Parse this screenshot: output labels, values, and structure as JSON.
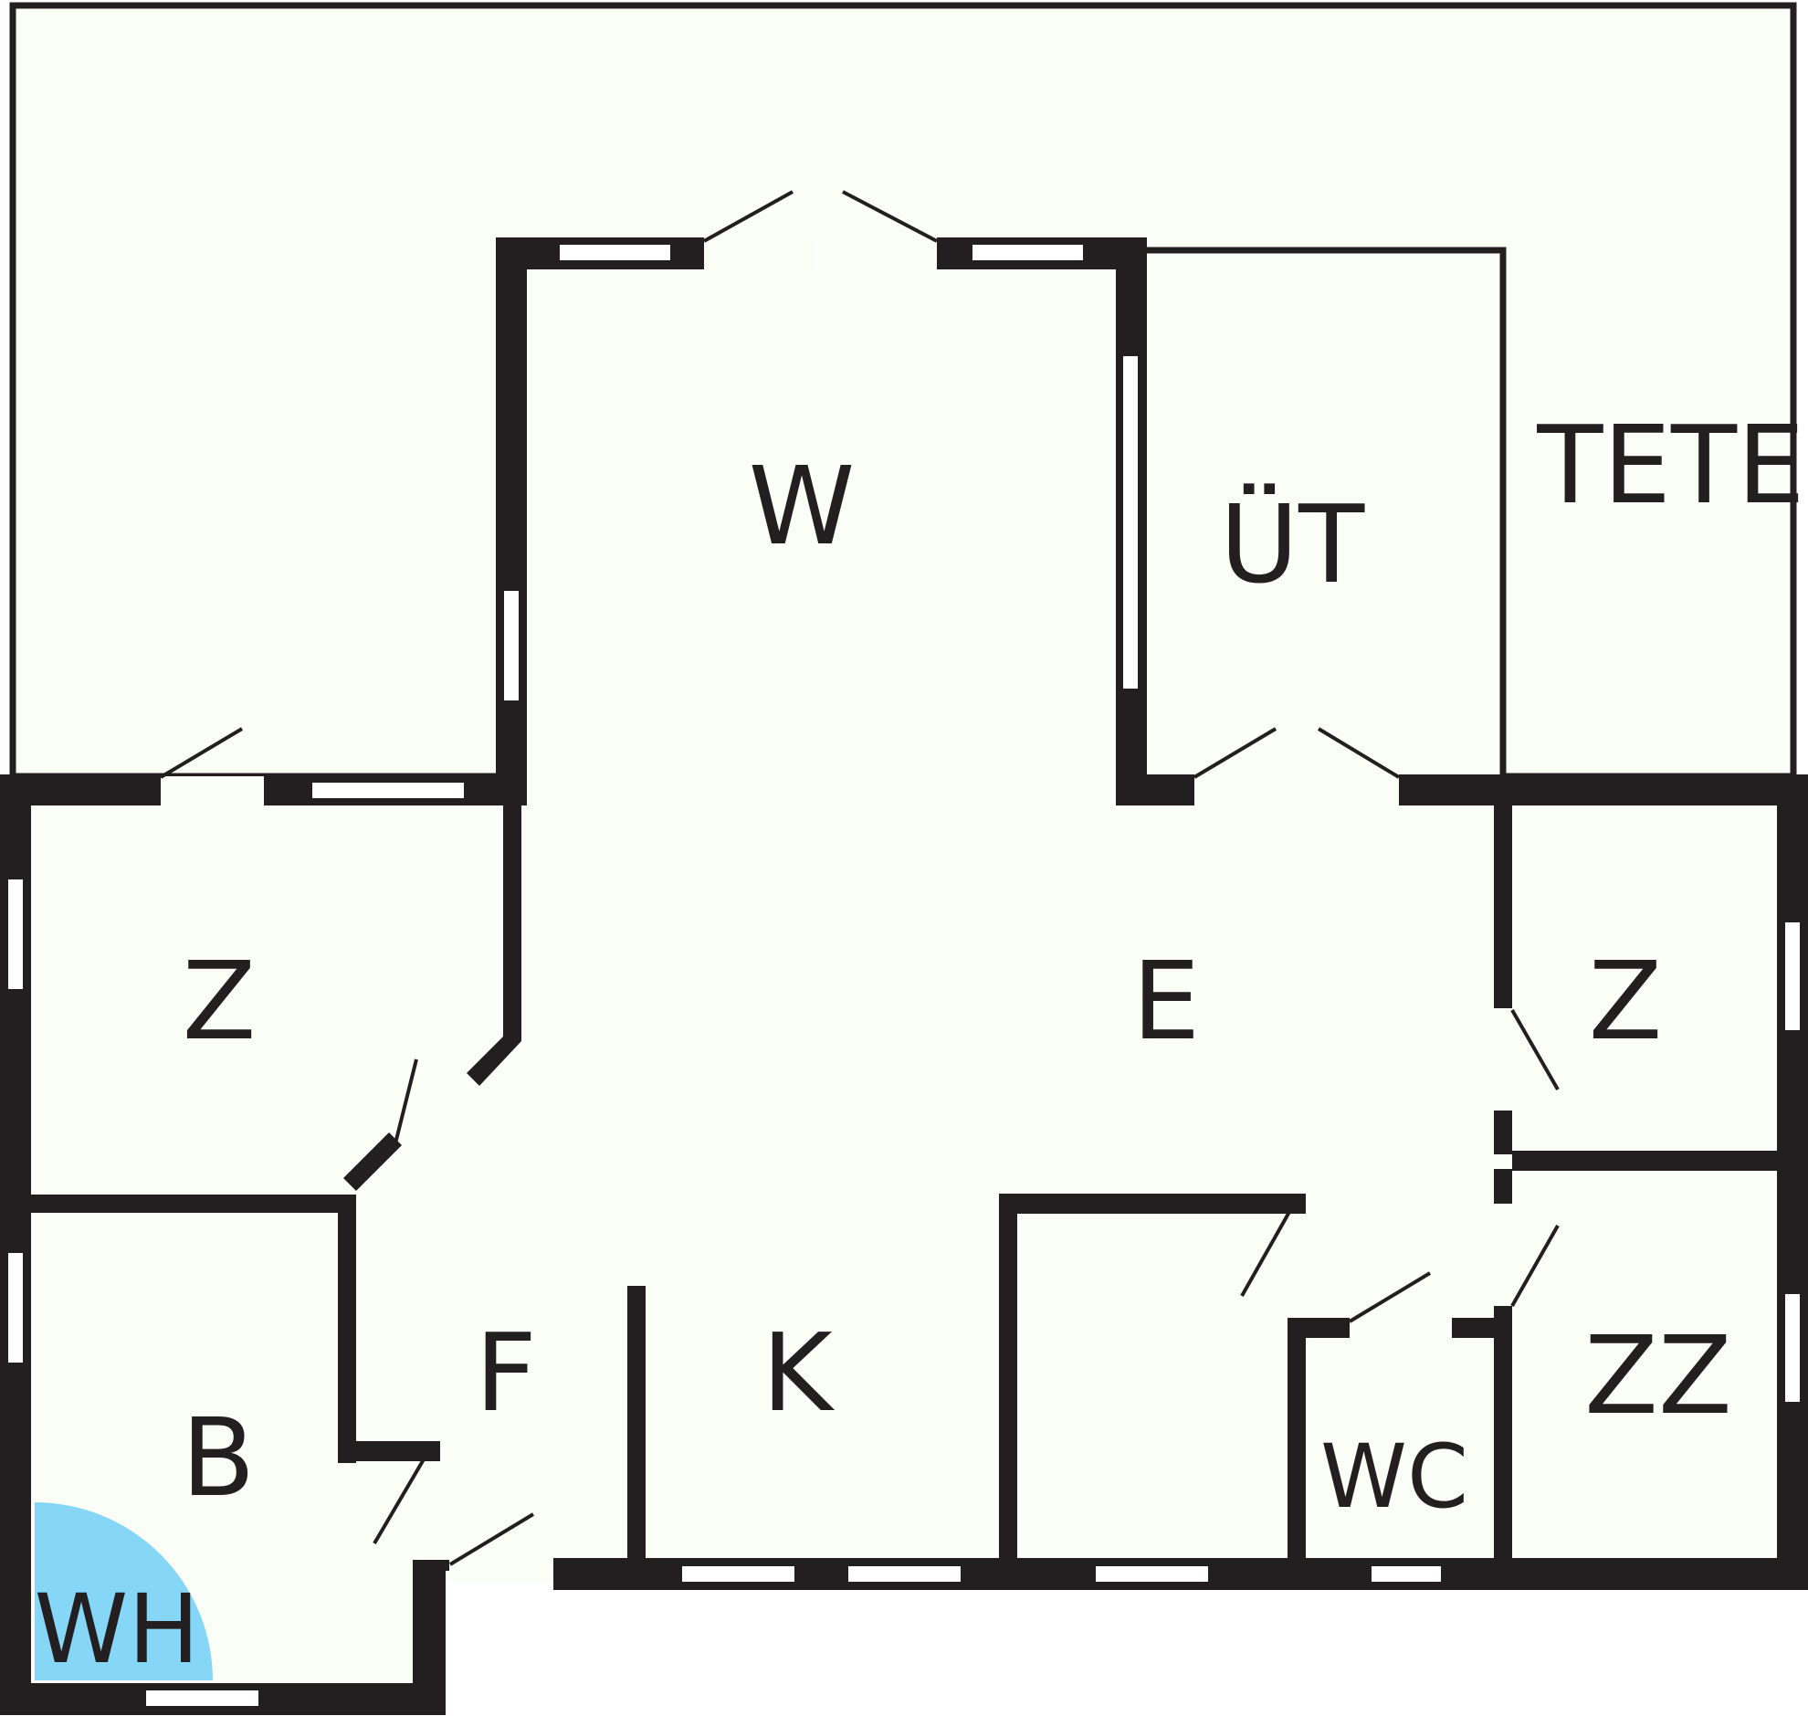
{
  "colors": {
    "wall": "#231f20",
    "floor": "#fbfdf7",
    "window": "#ffffff",
    "bath": "#85d6f7"
  },
  "rooms": {
    "w": "W",
    "ut": "ÜT",
    "tete": "TETE",
    "z_left": "Z",
    "e": "E",
    "z_right": "Z",
    "b": "B",
    "f": "F",
    "k": "K",
    "wc": "WC",
    "zz": "ZZ",
    "wh": "WH"
  }
}
